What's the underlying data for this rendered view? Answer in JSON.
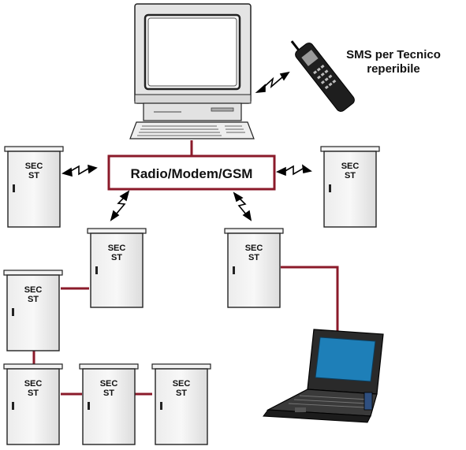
{
  "hub": {
    "label": "Radio/Modem/GSM"
  },
  "sms": {
    "line1": "SMS per Tecnico",
    "line2": "reperibile"
  },
  "cabinets": [
    {
      "line1": "SEC",
      "line2": "ST"
    },
    {
      "line1": "SEC",
      "line2": "ST"
    },
    {
      "line1": "SEC",
      "line2": "ST"
    },
    {
      "line1": "SEC",
      "line2": "ST"
    },
    {
      "line1": "SEC",
      "line2": "ST"
    },
    {
      "line1": "SEC",
      "line2": "ST"
    },
    {
      "line1": "SEC",
      "line2": "ST"
    },
    {
      "line1": "SEC",
      "line2": "ST"
    }
  ],
  "colors": {
    "link": "#8b1a2a",
    "hub_border": "#8b1a2a",
    "screen": "#1e7fb8"
  },
  "icons": [
    "desktop-computer-icon",
    "mobile-phone-icon",
    "laptop-icon",
    "wireless-link-icon"
  ]
}
